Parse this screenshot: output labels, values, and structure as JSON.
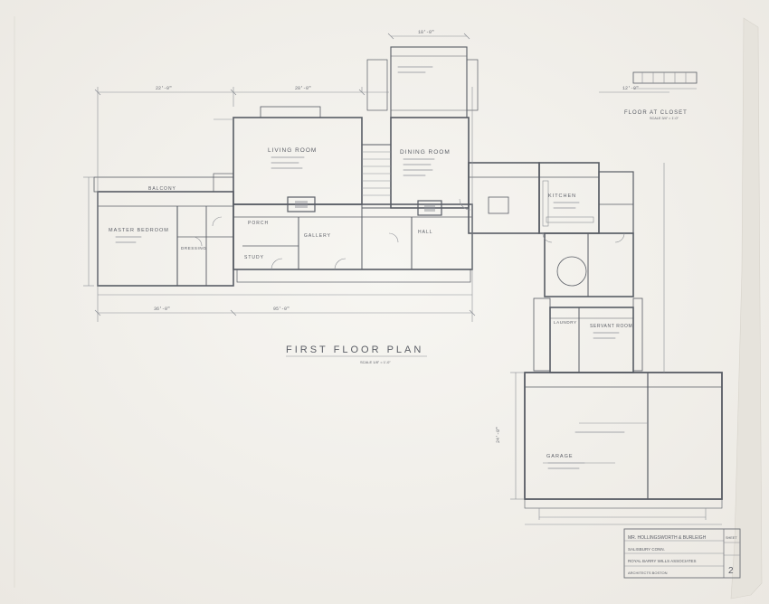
{
  "sheet": {
    "paper_color": "#f4f2ee",
    "line_color": "#585c64",
    "plan_title": "FIRST FLOOR PLAN",
    "plan_scale": "SCALE 1/8\" = 1'-0\"",
    "detail_title": "FLOOR AT CLOSET",
    "detail_scale": "SCALE 3/4\" = 1'-0\"",
    "sheet_number": "2",
    "rooms": {
      "living": "LIVING ROOM",
      "dining": "DINING ROOM",
      "kitchen": "KITCHEN",
      "garage": "GARAGE",
      "master": "MASTER BEDROOM",
      "porch": "PORCH",
      "hall": "HALL",
      "study": "STUDY",
      "dressing": "DRESSING",
      "gallery": "GALLERY",
      "servant": "SERVANT ROOM",
      "laundry": "LAUNDRY",
      "balcony": "BALCONY"
    },
    "dims": {
      "overall_lower": "95'-0\"",
      "left_lower": "36'-0\"",
      "top_mid": "28'-0\"",
      "top_left": "22'-0\"",
      "top_court": "18'-0\"",
      "garage_height": "24'-0\"",
      "wing_width": "12'-0\""
    },
    "title_block": {
      "owner": "MR. HOLLINGSWORTH & BURLEIGH",
      "location": "SALISBURY CONN.",
      "architect": "ROYAL BARRY WILLS ASSOCIATES",
      "address": "ARCHITECTS BOSTON",
      "sheet_label": "SHEET"
    }
  }
}
